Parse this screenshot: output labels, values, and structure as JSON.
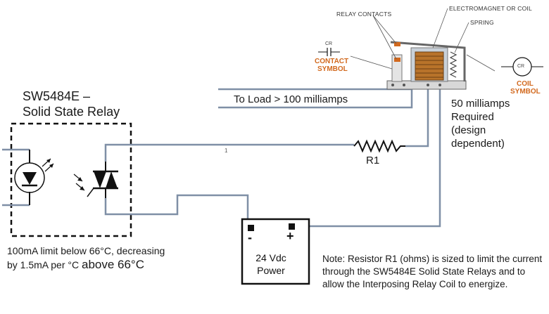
{
  "relay_title_line1": "SW5484E –",
  "relay_title_line2": "Solid State Relay",
  "load_label": "To Load > 100 milliamps",
  "coil_current": [
    "50 milliamps",
    "Required",
    "(design",
    "dependent)"
  ],
  "resistor_label": "R1",
  "wire_marker": "1",
  "power_supply": {
    "minus": "-",
    "plus": "+",
    "line1": "24 Vdc",
    "line2": "Power"
  },
  "limit_note": {
    "text": "100mA limit below 66°C, decreasing by 1.5mA per °C",
    "emphasis": "above 66°C"
  },
  "note": "Note: Resistor R1 (ohms) is sized to limit the current through the SW5484E Solid State Relays and to allow the Interposing Relay Coil to energize.",
  "relay_illustration": {
    "relay_contacts": "RELAY CONTACTS",
    "electromagnet": "ELECTROMAGNET OR COIL",
    "spring": "SPRING",
    "contact_symbol_cr": "CR",
    "contact_symbol_line1": "CONTACT",
    "contact_symbol_line2": "SYMBOL",
    "coil_symbol_cr": "CR",
    "coil_symbol_line1": "COIL",
    "coil_symbol_line2": "SYMBOL"
  },
  "colors": {
    "wire": "#7f8fa6",
    "accent": "#d2691e"
  }
}
